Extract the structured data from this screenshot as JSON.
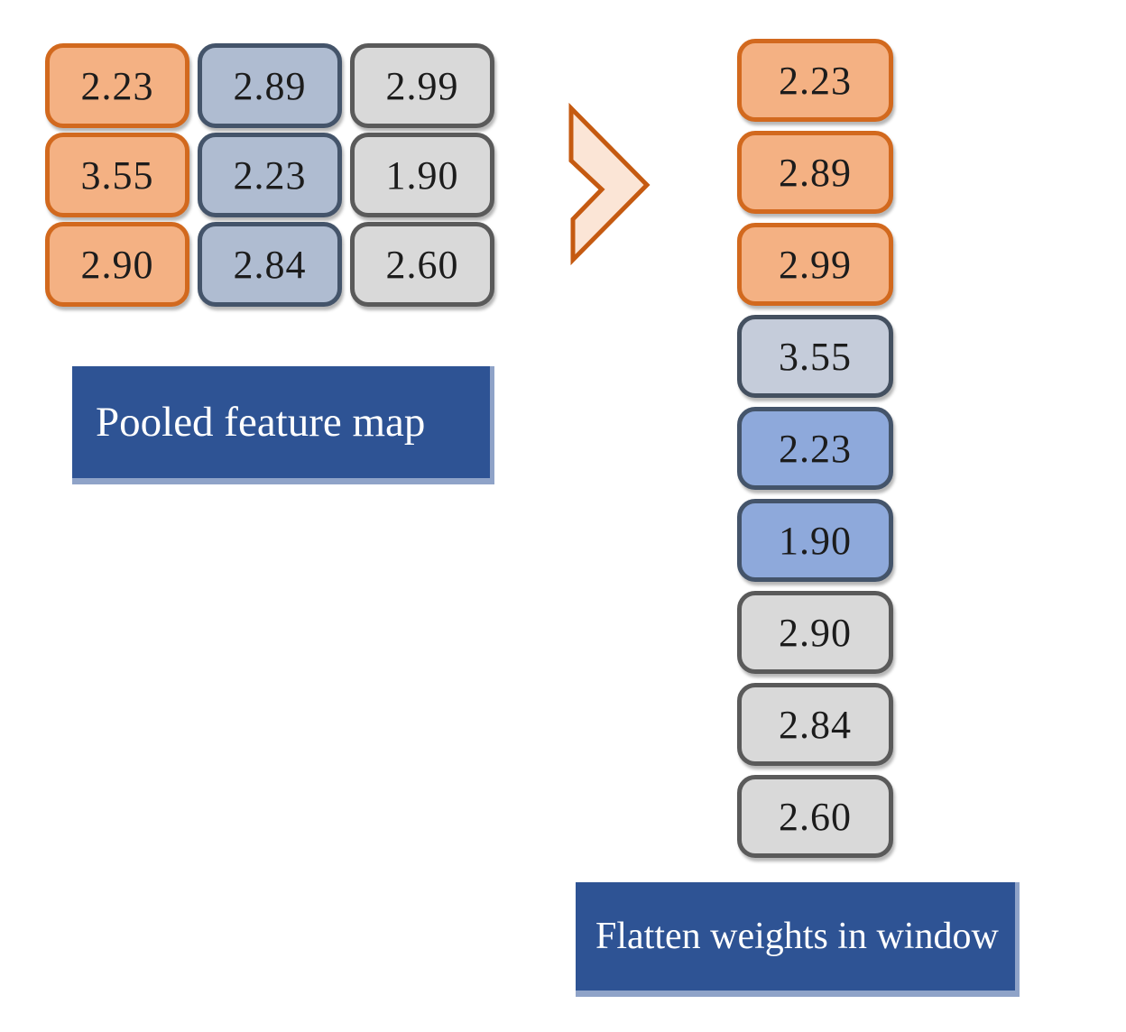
{
  "palette": {
    "orange": {
      "fill": "#F4B183",
      "border": "#D2691E"
    },
    "slate": {
      "fill": "#AFBCD1",
      "border": "#44546A"
    },
    "gray": {
      "fill": "#D9D9D9",
      "border": "#5A5A5A"
    },
    "lightslate": {
      "fill": "#C5CCDA",
      "border": "#445060"
    },
    "periwinkle": {
      "fill": "#8EA9DB",
      "border": "#44546A"
    },
    "label_bg": "#2E5394",
    "label_edge": "#8FA3C8",
    "label_text": "#FFFFFF",
    "cell_text": "#1C1C1C",
    "arrow_fill": "#FBE5D6",
    "arrow_stroke": "#C55A11",
    "background": "#FFFFFF"
  },
  "pooled_grid": {
    "label": "Pooled  feature map",
    "rows": 3,
    "cols": 3,
    "cells": [
      {
        "value": "2.23",
        "color": "orange"
      },
      {
        "value": "2.89",
        "color": "slate"
      },
      {
        "value": "2.99",
        "color": "gray"
      },
      {
        "value": "3.55",
        "color": "orange"
      },
      {
        "value": "2.23",
        "color": "slate"
      },
      {
        "value": "1.90",
        "color": "gray"
      },
      {
        "value": "2.90",
        "color": "orange"
      },
      {
        "value": "2.84",
        "color": "slate"
      },
      {
        "value": "2.60",
        "color": "gray"
      }
    ]
  },
  "arrow": {
    "icon": "chevron-right"
  },
  "flattened": {
    "label": "Flatten weights in window",
    "cells": [
      {
        "value": "2.23",
        "color": "orange"
      },
      {
        "value": "2.89",
        "color": "orange"
      },
      {
        "value": "2.99",
        "color": "orange"
      },
      {
        "value": "3.55",
        "color": "lightslate"
      },
      {
        "value": "2.23",
        "color": "periwinkle"
      },
      {
        "value": "1.90",
        "color": "periwinkle"
      },
      {
        "value": "2.90",
        "color": "gray"
      },
      {
        "value": "2.84",
        "color": "gray"
      },
      {
        "value": "2.60",
        "color": "gray"
      }
    ]
  }
}
